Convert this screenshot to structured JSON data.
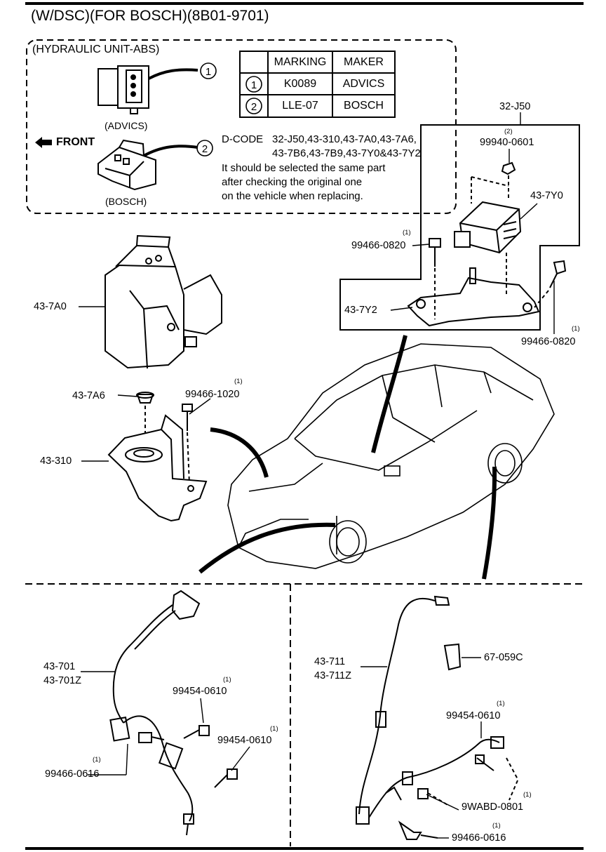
{
  "title": "(W/DSC)(FOR BOSCH)(8B01-9701)",
  "hydraulic_box": {
    "title": "(HYDRAULIC UNIT-ABS)",
    "label_advics": "(ADVICS)",
    "label_bosch": "(BOSCH)",
    "front_label": "FRONT",
    "callout_1": "1",
    "callout_2": "2",
    "table": {
      "headers": [
        "MARKING",
        "MAKER"
      ],
      "rows": [
        {
          "num": "1",
          "marking": "K0089",
          "maker": "ADVICS"
        },
        {
          "num": "2",
          "marking": "LLE-07",
          "maker": "BOSCH"
        }
      ]
    },
    "dcode_label": "D-CODE",
    "dcode_line1": "32-J50,43-310,43-7A0,43-7A6,",
    "dcode_line2": "43-7B6,43-7B9,43-7Y0&43-7Y2",
    "note_line1": "It should be selected the same part",
    "note_line2": "after checking the original one",
    "note_line3": "on the vehicle when replacing."
  },
  "parts": {
    "p_32j50": "32-J50",
    "p_99940_qty": "(2)",
    "p_99940": "99940-0601",
    "p_437y0": "43-7Y0",
    "p_99466_0820_a_qty": "(1)",
    "p_99466_0820_a": "99466-0820",
    "p_437y2": "43-7Y2",
    "p_99466_0820_b_qty": "(1)",
    "p_99466_0820_b": "99466-0820",
    "p_437a0": "43-7A0",
    "p_437a6": "43-7A6",
    "p_99466_1020_qty": "(1)",
    "p_99466_1020": "99466-1020",
    "p_43310": "43-310",
    "p_43701": "43-701",
    "p_43701z": "43-701Z",
    "p_99454_0610_a_qty": "(1)",
    "p_99454_0610_a": "99454-0610",
    "p_99454_0610_b_qty": "(1)",
    "p_99454_0610_b": "99454-0610",
    "p_99466_0616_a_qty": "(1)",
    "p_99466_0616_a": "99466-0616",
    "p_43711": "43-711",
    "p_43711z": "43-711Z",
    "p_67059c": "67-059C",
    "p_99454_0610_c_qty": "(1)",
    "p_99454_0610_c": "99454-0610",
    "p_9wabd_qty": "(1)",
    "p_9wabd": "9WABD-0801",
    "p_99466_0616_b_qty": "(1)",
    "p_99466_0616_b": "99466-0616"
  }
}
